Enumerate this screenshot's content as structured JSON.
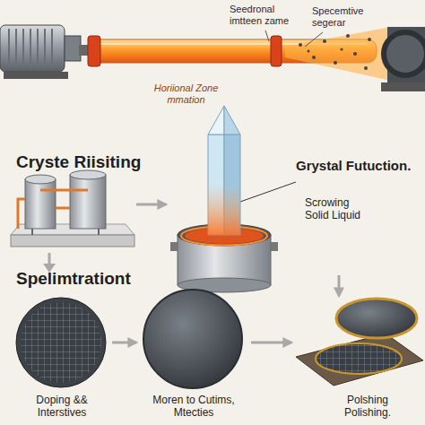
{
  "diagram": {
    "nodes": [
      {
        "text": [
          "Horiional Zone mmation"
        ]
      },
      {
        "text": [
          "Cryste Riisiting"
        ]
      },
      {
        "text": [
          "Grystal Futuction.",
          "Scrowing Solid Liquid"
        ]
      },
      {
        "text": [
          "Doping && Interstives"
        ]
      },
      {
        "text": [
          "Moren to Cutims, Mtecties"
        ]
      },
      {
        "text": [
          "Polshing Polishing."
        ]
      }
    ],
    "edges": [
      {
        "from": 1,
        "to": 2,
        "arrow": "to"
      },
      {
        "from": 2,
        "to": 5,
        "arrow": "to"
      },
      {
        "from": 3,
        "to": 4,
        "arrow": "to"
      },
      {
        "from": 4,
        "to": 5,
        "arrow": "to"
      }
    ],
    "labels": [
      "Seedronal imtteen zame",
      "Specemtive segerar",
      "Spelimtrationt"
    ]
  }
}
